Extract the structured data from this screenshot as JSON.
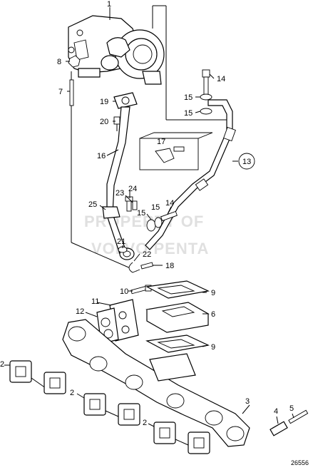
{
  "callouts": {
    "c1": "1",
    "c8": "8",
    "c7": "7",
    "c19": "19",
    "c20": "20",
    "c16": "16",
    "c14a": "14",
    "c15a": "15",
    "c15b": "15",
    "c17": "17",
    "c13": "13",
    "c24": "24",
    "c23": "23",
    "c25": "25",
    "c14b": "14",
    "c15c": "15",
    "c15d": "15",
    "c21": "21",
    "c22": "22",
    "c18": "18",
    "c10": "10",
    "c9a": "9",
    "c11": "11",
    "c12": "12",
    "c6": "6",
    "c9b": "9",
    "c2a": "2",
    "c2b": "2",
    "c2c": "2",
    "c3": "3",
    "c4": "4",
    "c5": "5"
  },
  "watermark": {
    "line1": "PROPERTY OF",
    "line2": "VOLVO PENTA"
  },
  "reference_number": "26556"
}
